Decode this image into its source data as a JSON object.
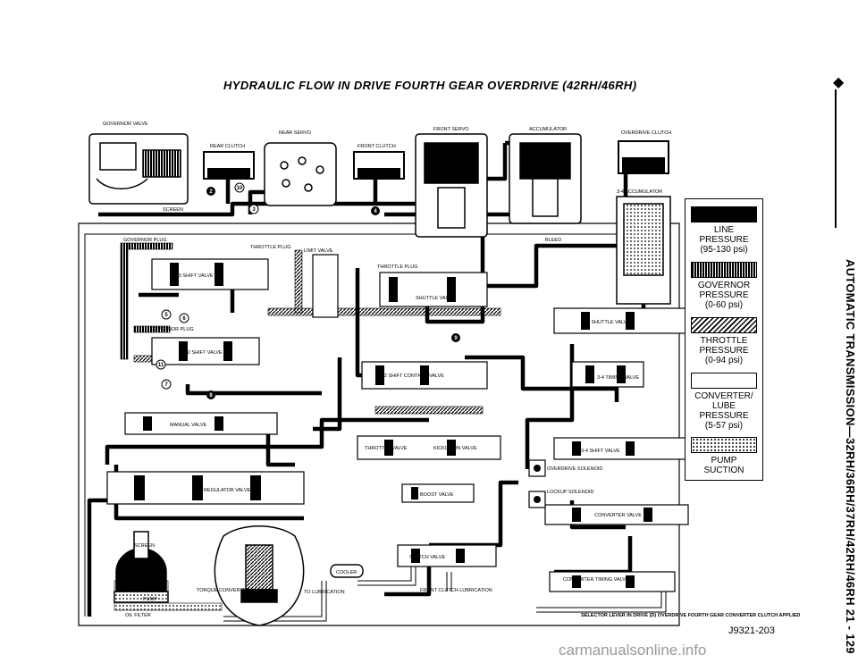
{
  "title": "HYDRAULIC FLOW IN DRIVE FOURTH GEAR OVERDRIVE (42RH/46RH)",
  "side_header": "AUTOMATIC TRANSMISSION—32RH/36RH/37RH/42RH/46RH   21 - 129",
  "figure_id": "J9321-203",
  "watermark": "carmanualsonline.info",
  "components": {
    "governor_valve": "GOVERNOR VALVE",
    "rear_servo": "REAR SERVO",
    "rear_clutch": "REAR CLUTCH",
    "front_clutch": "FRONT CLUTCH",
    "front_servo": "FRONT SERVO",
    "accumulator": "ACCUMULATOR",
    "overdrive_clutch": "OVERDRIVE CLUTCH",
    "accumulator_34": "3-4 ACCUMULATOR",
    "bleed": "BLEED",
    "screen_top": "SCREEN",
    "governor_plug_top": "GOVERNOR PLUG",
    "throttle_plug_top": "THROTTLE PLUG",
    "limit_valve": "LIMIT VALVE",
    "throttle_plug_mid": "THROTTLE PLUG",
    "shift_valve_23": "2-3 SHIFT VALVE",
    "shuttle_valve": "SHUTTLE VALVE",
    "governor_plug_mid": "GOVERNOR PLUG",
    "shift_valve_12": "1-2 SHIFT VALVE",
    "shuttle_valve_34": "3-4 SHUTTLE VALVE",
    "control_valve_12": "1-2 SHIFT CONTROL VALVE",
    "timing_valve_34": "3-4 TIMING VALVE",
    "manual_valve": "MANUAL VALVE",
    "throttle_valve": "THROTTLE VALVE",
    "kickdown_valve": "KICKDOWN VALVE",
    "shift_valve_34": "3-4 SHIFT VALVE",
    "overdrive_solenoid": "OVERDRIVE SOLENOID",
    "regulator_valve": "REGULATOR VALVE",
    "boost_valve": "BOOST VALVE",
    "lockup_solenoid": "LOCKUP SOLENOID",
    "converter_valve": "CONVERTER VALVE",
    "screen_bottom": "SCREEN",
    "switch_valve": "SWITCH VALVE",
    "cooler": "COOLER",
    "torque_converter": "TORQUE CONVERTER",
    "to_lubrication": "TO LUBRICATION",
    "front_clutch_lube": "FRONT CLUTCH LUBRICATION",
    "converter_timing_valve": "CONVERTER TIMING VALVE",
    "pump": "PUMP",
    "oil_filter": "OIL FILTER",
    "caption": "SELECTOR LEVER IN DRIVE (D) OVERDRIVE FOURTH GEAR CONVERTER CLUTCH APPLIED",
    "markers": [
      "2",
      "3",
      "4",
      "5",
      "6",
      "7",
      "8",
      "9",
      "10",
      "11"
    ]
  },
  "legend": [
    {
      "label": "LINE PRESSURE",
      "range": "(95-130 psi)",
      "pattern": "solid-black"
    },
    {
      "label": "GOVERNOR PRESSURE",
      "range": "(0-60 psi)",
      "pattern": "vertical-stripes"
    },
    {
      "label": "THROTTLE PRESSURE",
      "range": "(0-94 psi)",
      "pattern": "diagonal-hatch"
    },
    {
      "label": "CONVERTER/ LUBE PRESSURE",
      "range": "(5-57 psi)",
      "pattern": "white"
    },
    {
      "label": "PUMP SUCTION",
      "range": "",
      "pattern": "dotted"
    }
  ],
  "colors": {
    "ink": "#000000",
    "paper": "#ffffff",
    "watermark": "#9a9a9a"
  }
}
